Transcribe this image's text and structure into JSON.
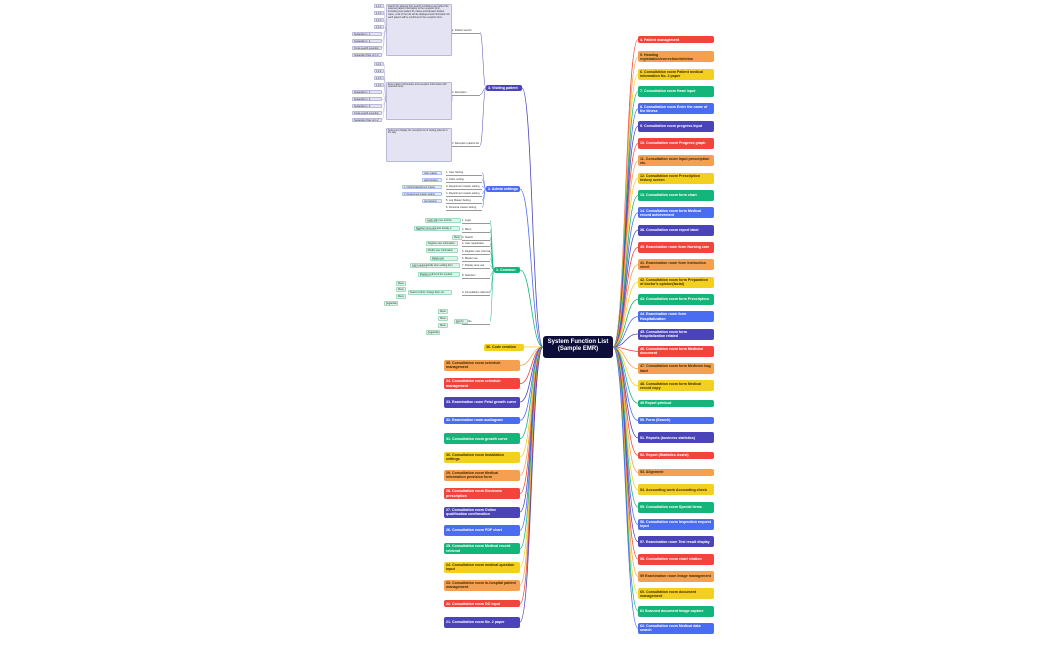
{
  "root": {
    "title": "System Function List\n(Sample EMR)"
  },
  "palette": {
    "red": "#f2443a",
    "orange": "#f5a050",
    "yellow": "#f3cf1f",
    "green": "#14b57a",
    "blue": "#4a6cf0",
    "indigo": "#4b44b8",
    "teal": "#20b69a"
  },
  "right_branches": [
    {
      "label": "4. Patient management",
      "color": "red"
    },
    {
      "label": "5. Heading registration/correction/deletion",
      "color": "orange"
    },
    {
      "label": "6. Consultation room Patient medical information No. 2 paper",
      "color": "yellow"
    },
    {
      "label": "7. Consultation room Head input",
      "color": "green"
    },
    {
      "label": "8. Consultation room Enter the name of the illness",
      "color": "blue"
    },
    {
      "label": "9. Consultation room progress input",
      "color": "indigo"
    },
    {
      "label": "10. Consultation room Progress graph",
      "color": "red"
    },
    {
      "label": "11. Consultation room Input prescription etc.",
      "color": "orange"
    },
    {
      "label": "12. Consultation room Prescription history screen",
      "color": "yellow"
    },
    {
      "label": "13. Consultation room form chart",
      "color": "green"
    },
    {
      "label": "14. Consultation room form Medical record achievement",
      "color": "blue"
    },
    {
      "label": "38. Consultation room report label",
      "color": "indigo"
    },
    {
      "label": "40. Examination room form Nursing care",
      "color": "red"
    },
    {
      "label": "41. Examination room form Instruction sheet",
      "color": "orange"
    },
    {
      "label": "42. Consultation room form Preparation of doctor's opinion(facial)",
      "color": "yellow"
    },
    {
      "label": "43. Consultation room form Prescription",
      "color": "green"
    },
    {
      "label": "44. Examination room form Hospitalization",
      "color": "blue"
    },
    {
      "label": "45. Consultation room form hospitalization related",
      "color": "indigo"
    },
    {
      "label": "46. Consultation room form Medicine document",
      "color": "red"
    },
    {
      "label": "47. Consultation room form Medicine bag label",
      "color": "orange"
    },
    {
      "label": "48. Consultation room form Medical record copy",
      "color": "yellow"
    },
    {
      "label": "49 Report printout",
      "color": "green"
    },
    {
      "label": "50. Form (Search)",
      "color": "blue"
    },
    {
      "label": "51. Reports (business statistics)",
      "color": "indigo"
    },
    {
      "label": "52. Report (Statistics Assist)",
      "color": "red"
    },
    {
      "label": "53. Alignment",
      "color": "orange"
    },
    {
      "label": "54. Accounting work Accounting check",
      "color": "yellow"
    },
    {
      "label": "55. Consultation room Special items",
      "color": "green"
    },
    {
      "label": "56. Consultation room Inspection request input",
      "color": "blue"
    },
    {
      "label": "57. Examination room Test result display",
      "color": "indigo"
    },
    {
      "label": "58. Consultation room chart relation",
      "color": "red"
    },
    {
      "label": "59 Examination room Image management",
      "color": "orange"
    },
    {
      "label": "60. Consultation room document management",
      "color": "yellow"
    },
    {
      "label": "61 Scanned document image capture",
      "color": "green"
    },
    {
      "label": "62. Consultation room Medical data search",
      "color": "blue"
    }
  ],
  "left_branches": [
    {
      "label": "3. Visiting patient",
      "color": "indigo"
    },
    {
      "label": "2. Admin settings",
      "color": "blue"
    },
    {
      "label": "1. Common",
      "color": "green"
    },
    {
      "label": "36. Code creation",
      "color": "yellow"
    },
    {
      "label": "35. Consultation room schedule management",
      "color": "orange"
    },
    {
      "label": "34. Consultation room schedule management",
      "color": "red"
    },
    {
      "label": "33. Examination room Fetal growth curve",
      "color": "indigo"
    },
    {
      "label": "32. Examination room audiogram",
      "color": "blue"
    },
    {
      "label": "31. Consultation room growth curve",
      "color": "green"
    },
    {
      "label": "30. Consultation room Installation settings",
      "color": "yellow"
    },
    {
      "label": "29. Consultation room Medical information provision form",
      "color": "orange"
    },
    {
      "label": "28. Consultation room Electronic prescription",
      "color": "red"
    },
    {
      "label": "27. Consultation room Online qualification confirmation",
      "color": "indigo"
    },
    {
      "label": "26. Consultation room PDF chart",
      "color": "blue"
    },
    {
      "label": "25. Consultation room Medical record retrieval",
      "color": "green"
    },
    {
      "label": "24. Consultation room medical question input",
      "color": "yellow"
    },
    {
      "label": "23. Consultation room In-hospital patient management",
      "color": "orange"
    },
    {
      "label": "22. Consultation room DO input",
      "color": "red"
    },
    {
      "label": "21. Consultation room No. 2 paper",
      "color": "indigo"
    }
  ],
  "visiting_patient": {
    "subs": [
      "1. Patient search",
      "2. Reception",
      "3. Reception patient list"
    ],
    "descriptions": [
      "Search for patients from search conditions and reflect the selected patient information to the reception form. Including input patient ID, Name and Kanaetc.Patient name, a list of the hits will be displayed and information for each patient will be confirmed in the reception form.",
      "Enter patient information and reception information with selected items.",
      "Select and display the reception list of visiting patients in the day."
    ],
    "leaf_groups": [
      [
        "1.1.1",
        "1.1.2",
        "1.1.3",
        "1.1.4",
        "Separation 1_1",
        "Separation 1_2",
        "Cross-search reception patient function",
        "Separation Flow up 1.2 column"
      ],
      [
        "1.2.1",
        "1.2.2",
        "1.2.3",
        "1.2.4",
        "Separation 1_1",
        "Separation 1_2",
        "Separation 1_3",
        "Cross-search reception patient function",
        "Separation Flow up 1.2 column"
      ]
    ]
  },
  "admin_settings": {
    "subs": [
      "1. User Setting",
      "2. Order setting",
      "3. Department master setting",
      "4. Department master setting",
      "5. Log Master Setting",
      "6. Personal master setting"
    ],
    "leaves": [
      "User master",
      "authorization, Group",
      "1. Clinical department master setting",
      "2. Department master setting",
      "permissions"
    ]
  },
  "common": {
    "subs": [
      "1. Login",
      "2. Menu",
      "3. Search",
      "4. User registration",
      "5. Register user information",
      "6. Master use",
      "7. Display area use",
      "8. Selection",
      "9. Consultation reference",
      "10. Side"
    ],
    "leaves": [
      "Login with user and the password",
      "Register menu and also display a different simulations.",
      "Menu",
      "Register user information",
      "Modify user information",
      "Delete user information",
      "Log in automatically when editing from patient screen.",
      "Display method of the medical treatment",
      "Select a Clinic, change field, etc.",
      "Menu",
      "Menu",
      "Menu",
      "Separation 1_1",
      "Sort by Time",
      "Menu",
      "Menu",
      "Menu",
      "Separation 1_1"
    ]
  }
}
